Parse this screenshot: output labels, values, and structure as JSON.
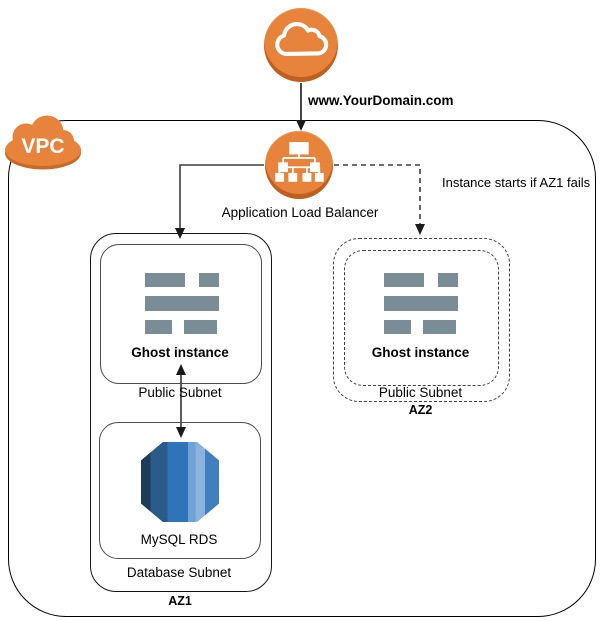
{
  "diagram": {
    "internet": {
      "domain_label": "www.YourDomain.com"
    },
    "vpc": {
      "label": "VPC"
    },
    "alb": {
      "label": "Application Load Balancer"
    },
    "note": {
      "failover_text": "Instance starts if AZ1 fails"
    },
    "az1": {
      "label": "AZ1",
      "public_subnet": {
        "label": "Public Subnet",
        "instance": "Ghost instance"
      },
      "database_subnet": {
        "label": "Database Subnet",
        "database": "MySQL RDS"
      }
    },
    "az2": {
      "label": "AZ2",
      "public_subnet": {
        "label": "Public Subnet",
        "instance": "Ghost instance"
      }
    },
    "colors": {
      "aws_orange": "#E8833B",
      "aws_orange_shadow": "#C06020",
      "ghost_gray": "#7A8C95",
      "rds_blues": [
        "#1E3C59",
        "#2A5B8B",
        "#2F73B9",
        "#6FA2D5",
        "#8CB3DD",
        "#417FC0"
      ],
      "connector": "#3d3d3d",
      "border_black": "#000000"
    }
  }
}
